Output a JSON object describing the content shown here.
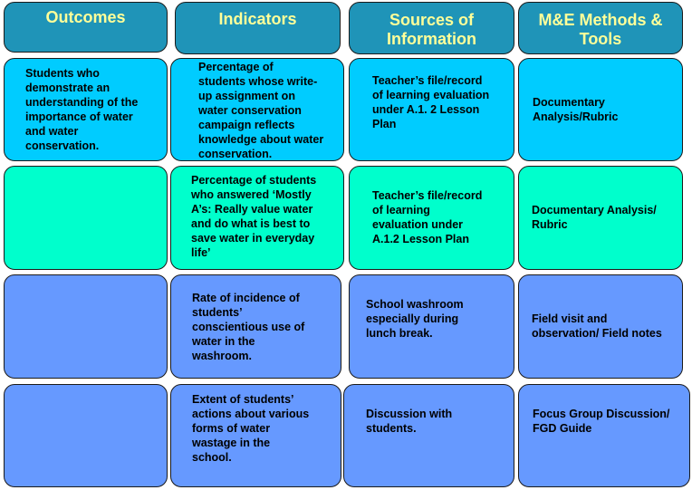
{
  "headers": [
    "Outcomes",
    "Indicators",
    "Sources of\nInformation",
    "M&E Methods &\nTools"
  ],
  "rows": [
    {
      "outcome": "Students who\ndemonstrate an\nunderstanding of the\nimportance of water\nand water\nconservation.",
      "indicator": "Percentage  of\nstudents whose write-\nup assignment on\nwater conservation\ncampaign reflects\nknowledge about water\nconservation.",
      "source": "Teacher’s file/record\nof learning evaluation\nunder A.1. 2 Lesson\nPlan",
      "method": "Documentary\nAnalysis/Rubric"
    },
    {
      "outcome": "",
      "indicator": "Percentage of students\nwho answered  ‘Mostly\nA’s:  Really value water\nand do what is best to\nsave water in everyday\nlife’",
      "source": "Teacher’s file/record\nof learning\nevaluation under\nA.1.2 Lesson Plan",
      "method": "Documentary  Analysis/\nRubric"
    },
    {
      "outcome": "",
      "indicator": "Rate of incidence of\nstudents’\nconscientious use of\nwater in the\nwashroom.",
      "source": "School washroom\nespecially during\nlunch break.",
      "method": "Field visit and\nobservation/  Field notes"
    },
    {
      "outcome": "",
      "indicator": "Extent of students’\nactions about various\nforms of water\nwastage in the\nschool.",
      "source": "Discussion with\nstudents.",
      "method": "Focus Group Discussion/\nFGD Guide"
    }
  ],
  "colors": {
    "header": "#1f94b8",
    "header_text": "#ffff99",
    "row1": "#00ccff",
    "row2": "#00ffcc",
    "row3": "#6699ff",
    "row4": "#6699ff"
  }
}
